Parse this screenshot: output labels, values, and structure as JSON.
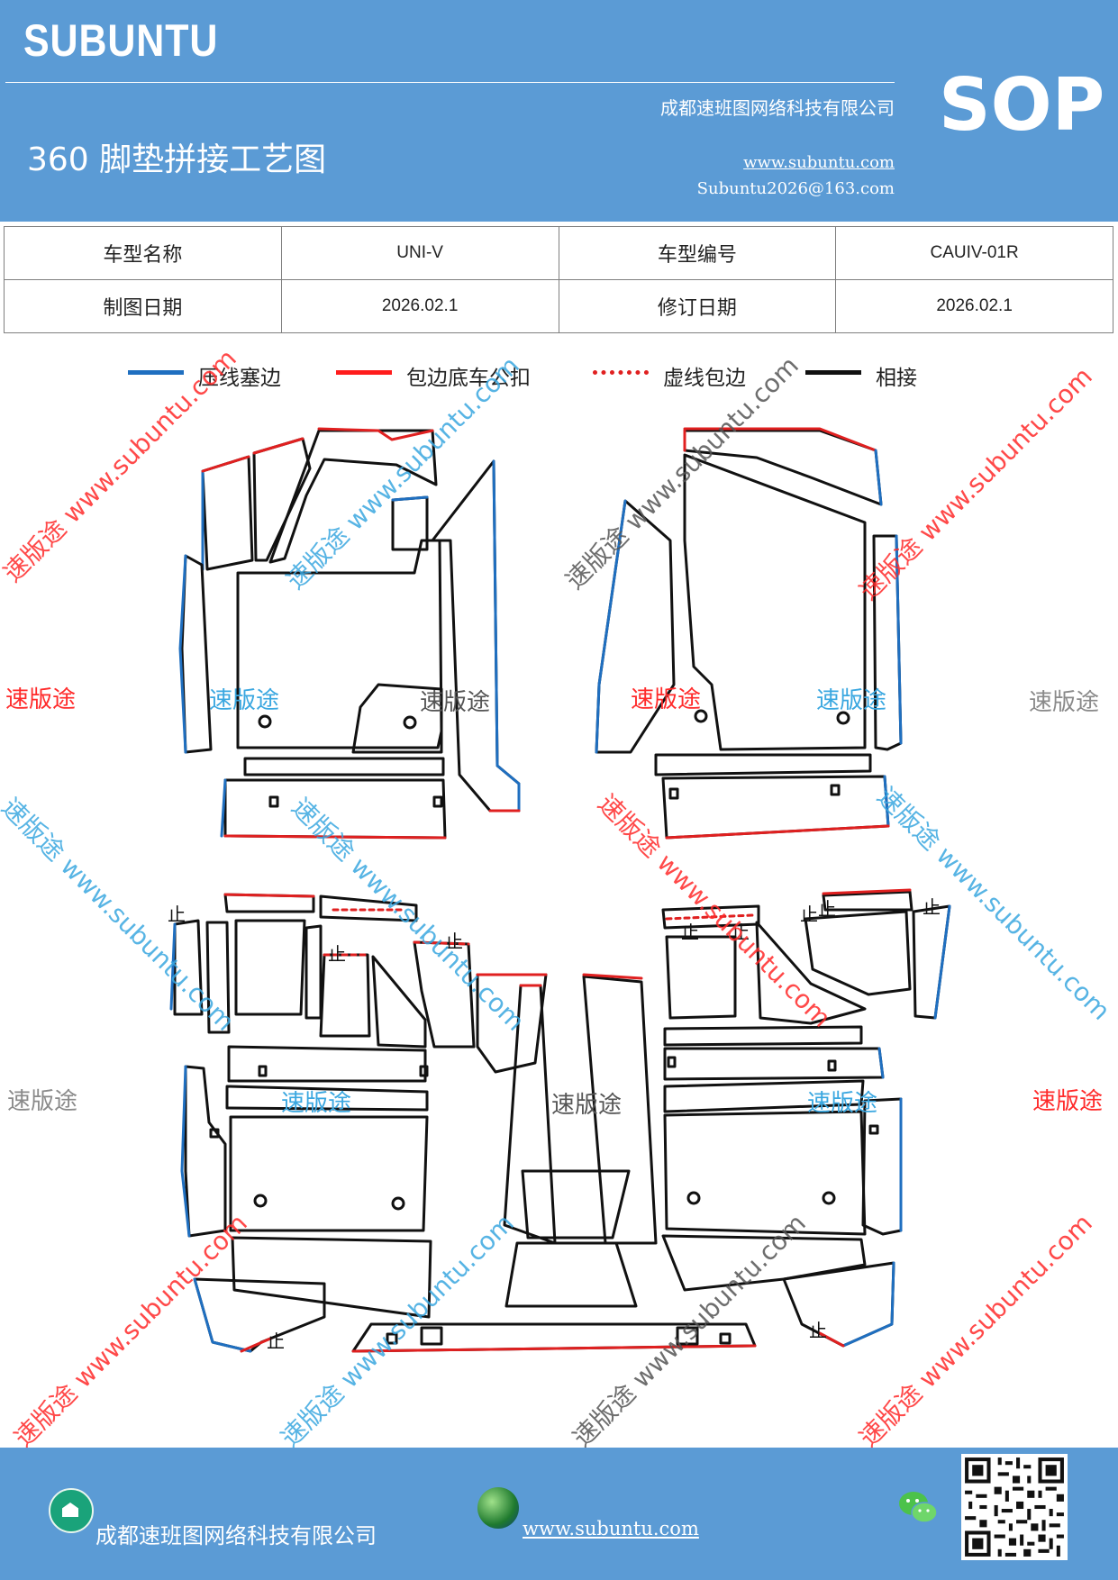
{
  "header": {
    "brand": "SUBUNTU",
    "company": "成都速班图网络科技有限公司",
    "title": "360 脚垫拼接工艺图",
    "website": "www.subuntu.com",
    "email": "Subuntu2026@163.com",
    "badge": "SOP"
  },
  "info_table": {
    "row1": {
      "label1": "车型名称",
      "value1": "UNI-V",
      "label2": "车型编号",
      "value2": "CAUIV-01R"
    },
    "row2": {
      "label1": "制图日期",
      "value1": "2026.02.1",
      "label2": "修订日期",
      "value2": "2026.02.1"
    }
  },
  "legend": [
    {
      "label": "压线塞边",
      "color": "#1f6fc0",
      "style": "solid"
    },
    {
      "label": "包边底车公扣",
      "color": "#ff1c1c",
      "style": "solid"
    },
    {
      "label": "虚线包边",
      "color": "#e02020",
      "style": "dotted"
    },
    {
      "label": "相接",
      "color": "#111111",
      "style": "solid"
    }
  ],
  "watermark": {
    "brand_cn": "速版途",
    "site": "www.subuntu.com",
    "brand_cn_site": "速版途 www.subuntu.com",
    "stop_mark": "止"
  },
  "footer": {
    "company": "成都速班图网络科技有限公司",
    "website": "www.subuntu.com"
  },
  "colors": {
    "header_bg": "#5b9bd5",
    "pressed_edge": "#1f6fc0",
    "wrapped_edge": "#e02020",
    "outline": "#111111"
  },
  "icons": [
    "home-icon",
    "globe-icon",
    "wechat-icon",
    "qr-code"
  ]
}
